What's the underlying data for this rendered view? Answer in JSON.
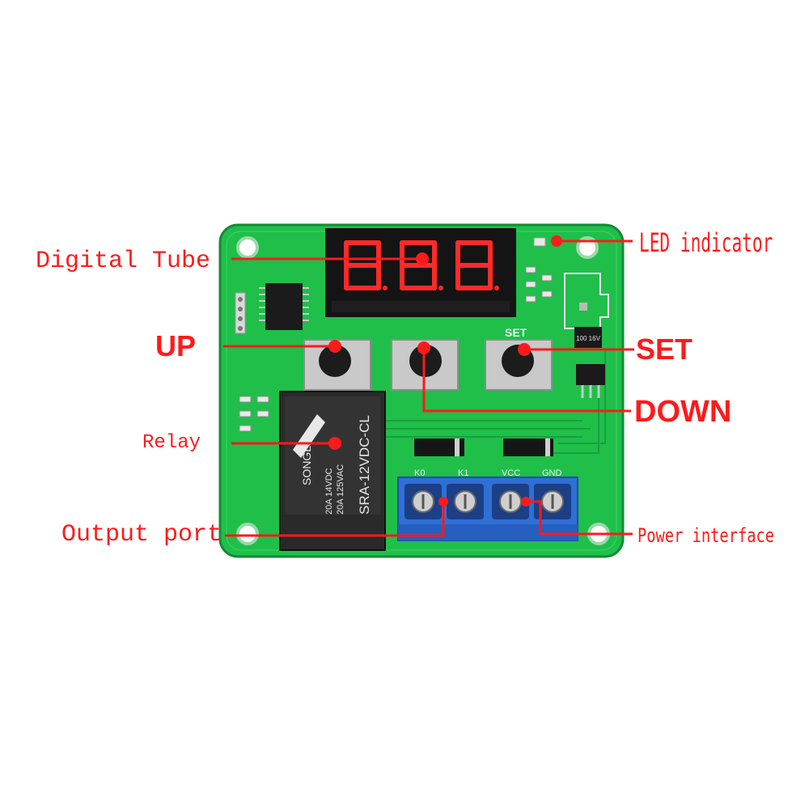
{
  "labels": {
    "digital_tube": "Digital Tube",
    "led_indicator": "LED indicator",
    "up": "UP",
    "set": "SET",
    "down": "DOWN",
    "relay": "Relay",
    "output_port": "Output port",
    "power_interface": "Power interface"
  },
  "board": {
    "set_silkscreen": "SET",
    "capacitor_text": "100 16V",
    "relay_brand": "SONGLE",
    "relay_model": "SRA-12VDC-CL",
    "relay_rating_dc": "20A 14VDC",
    "relay_rating_ac": "20A 125VAC",
    "terminal_labels": [
      "K0",
      "K1",
      "VCC",
      "GND"
    ]
  },
  "colors": {
    "pcb": "#1fbf4a",
    "callout": "#ff1a1a",
    "relay": "#222222",
    "terminal": "#2f6fd6",
    "display_segment": "#ff2a2a"
  }
}
